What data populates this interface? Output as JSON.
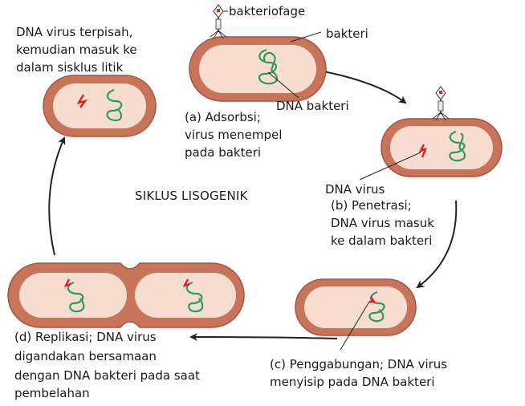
{
  "title": "SIKLUS LISOGENIK",
  "labels": {
    "bacteriophage": "bakteriofage",
    "bacterium": "bakteri",
    "bacterial_dna": "DNA bakteri",
    "viral_dna": "DNA virus",
    "step_a_line1": "(a) Adsorbsi;",
    "step_a_line2": "virus menempel",
    "step_a_line3": "pada bakteri",
    "step_b_line1": "(b) Penetrasi;",
    "step_b_line2": "DNA virus masuk",
    "step_b_line3": "ke dalam bakteri",
    "step_c_line1": "(c) Penggabungan; DNA virus",
    "step_c_line2": "menyisip pada DNA bakteri",
    "step_d_line1": "(d) Replikasi; DNA virus",
    "step_d_line2": "digandakan bersamaan",
    "step_d_line3": "dengan DNA bakteri pada saat",
    "step_d_line4": "pembelahan",
    "step_e_line1": "DNA virus terpisah,",
    "step_e_line2": "kemudian masuk ke",
    "step_e_line3": "dalam sisklus litik"
  },
  "colors": {
    "cell_wall": "#c8745a",
    "cell_wall_dark": "#a4553d",
    "cytoplasm": "#f6ddd0",
    "bacterial_dna": "#2e9a62",
    "viral_dna": "#e02020",
    "arrow": "#222222"
  }
}
